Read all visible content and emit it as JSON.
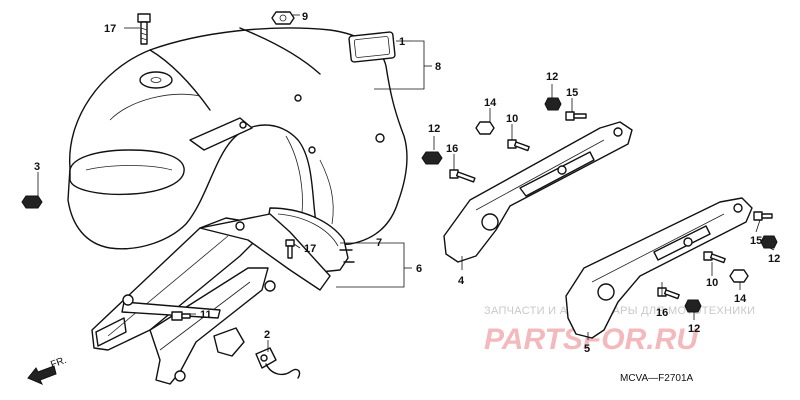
{
  "diagram": {
    "code": "MCVA—F2701A",
    "front_indicator": "FR.",
    "watermark": {
      "top_text": "ЗАПЧАСТИ И АКСЕССУАРЫ ДЛЯ МОТОТЕХНИКИ",
      "logo_text": "PARTSFOR.RU"
    },
    "callouts": {
      "c1": "1",
      "c2": "2",
      "c3": "3",
      "c4": "4",
      "c5": "5",
      "c6": "6",
      "c7": "7",
      "c8": "8",
      "c9": "9",
      "c10a": "10",
      "c10b": "10",
      "c11": "11",
      "c12a": "12",
      "c12b": "12",
      "c12c": "12",
      "c12d": "12",
      "c14a": "14",
      "c14b": "14",
      "c15a": "15",
      "c15b": "15",
      "c16a": "16",
      "c16b": "16",
      "c17a": "17",
      "c17b": "17"
    }
  }
}
